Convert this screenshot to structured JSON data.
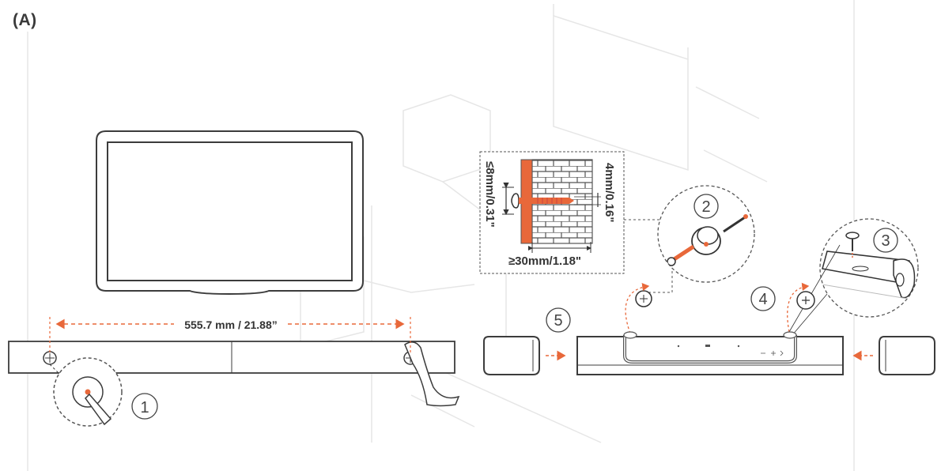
{
  "figure": {
    "label": "(A)"
  },
  "template": {
    "distance_label": "555.7 mm / 21.88”"
  },
  "wall_detail": {
    "left_dim_label": "≤8mm/0.31\"",
    "right_dim_label": "4mm/0.16\"",
    "bottom_dim_label": "≥30mm/1.18\""
  },
  "steps": [
    "1",
    "2",
    "3",
    "4",
    "5"
  ],
  "colors": {
    "accent": "#e8683a",
    "line": "#3c3c3c",
    "faint": "#e4e4e4",
    "brick": "#555555"
  },
  "icons": {
    "mounting_screw": "screw-icon",
    "wall_anchor": "anchor-icon",
    "bracket": "bracket-icon",
    "arrow": "dashed-arrow-icon"
  }
}
